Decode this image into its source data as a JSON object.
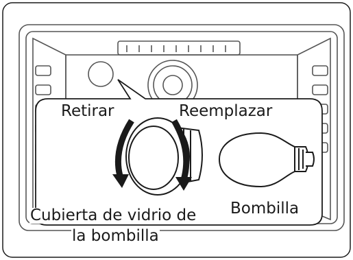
{
  "labels": {
    "remove": "Retirar",
    "replace": "Reemplazar",
    "bulb": "Bombilla",
    "cover_line1": "Cubierta de vidrio de",
    "cover_line2": "la bombilla"
  },
  "colors": {
    "line": "#1a1a1a",
    "oven_gray": "#555555",
    "background": "#ffffff"
  },
  "icons": [
    "oven-cavity",
    "oven-lamp",
    "lamp-cover",
    "light-bulb",
    "rotate-counterclockwise-arrow",
    "rotate-clockwise-arrow"
  ]
}
